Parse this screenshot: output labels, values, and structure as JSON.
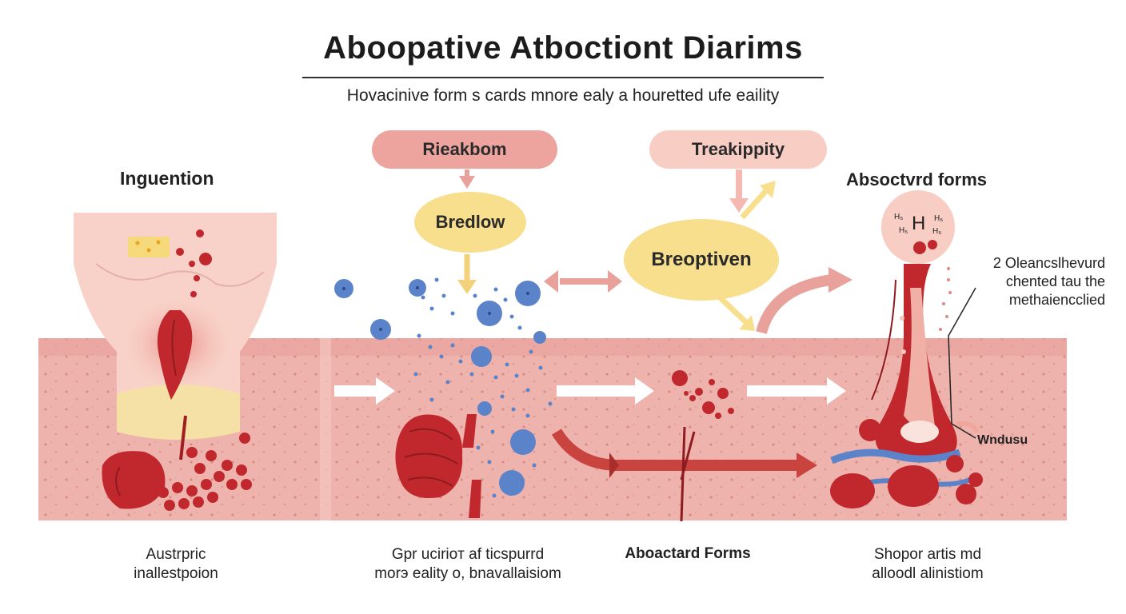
{
  "header": {
    "title": "Aboopative Atboctiont Diarims",
    "subtitle": "Hovacinive form s cards mnore ealy a houretted ufe eaility"
  },
  "stages": {
    "ingestion_label": "Inguention",
    "absorbed_label": "Absoctvrd forms"
  },
  "boxes": {
    "top_left_pill": "Rieakbom",
    "top_right_pill": "Treakippity",
    "yellow_small": "Bredlow",
    "yellow_large": "Breoptiven",
    "molecule_big": "H",
    "molecule_small": [
      "H₅",
      "H₅",
      "H₅",
      "H₅"
    ]
  },
  "notes": {
    "right_annotation": [
      "2 Oleancslhevurd",
      "chented tau the",
      "methaiencclied"
    ],
    "vessel_label": "Wndusu"
  },
  "captions": {
    "c1": [
      "Austrpric",
      "inallestpoion"
    ],
    "c2": [
      "Gpr ucirioт af ticspurrd",
      "morэ eality o, bnavallaisiom"
    ],
    "c3": [
      "Aboactard Forms"
    ],
    "c4": [
      "Shopor artis md",
      "alloodl alinistiom"
    ]
  },
  "colors": {
    "tissue": "#efb3ad",
    "tissue_dark": "#e59e98",
    "blood": "#c0282d",
    "blue": "#5a83c9",
    "yellow": "#f7df8e",
    "pill_pink": "#eda39e",
    "pill_light": "#f8cdc4"
  }
}
